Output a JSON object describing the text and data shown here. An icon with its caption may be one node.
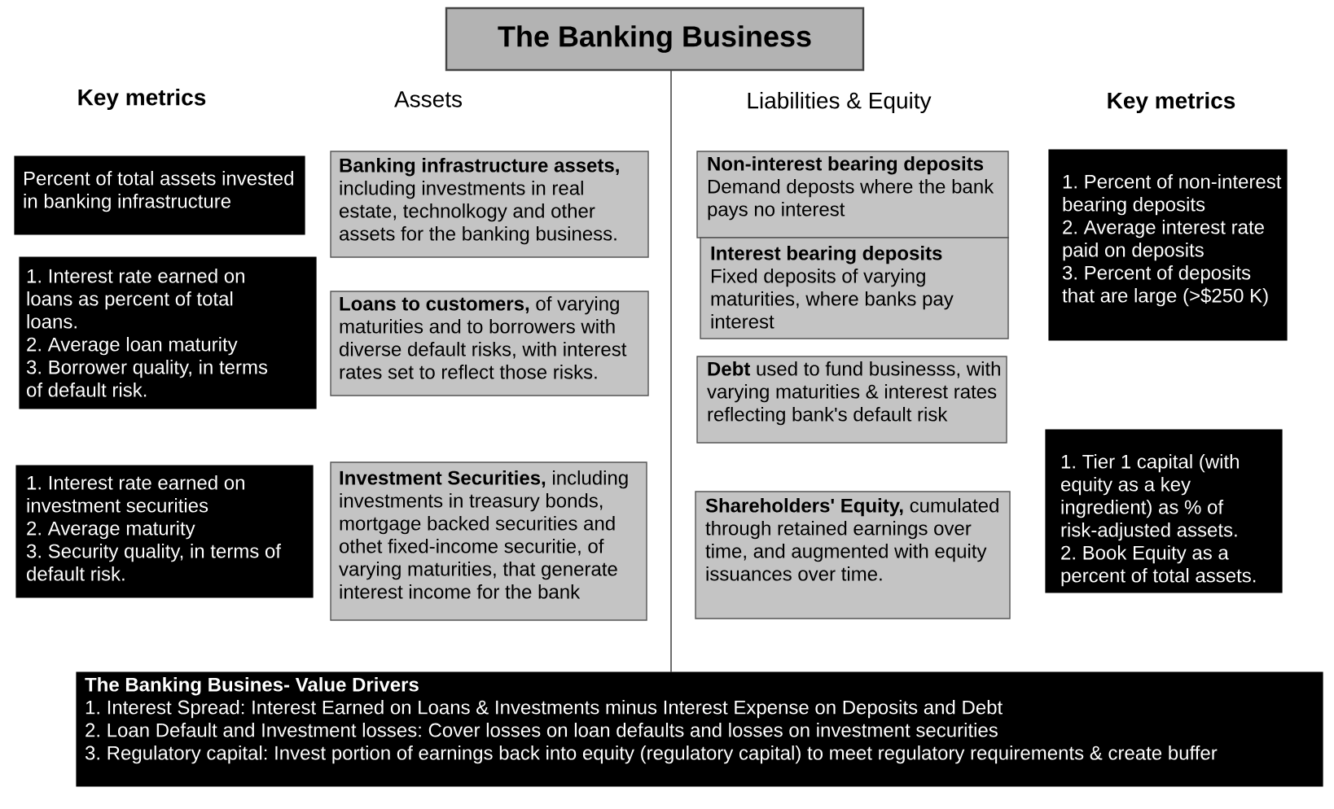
{
  "diagram": {
    "nodes": [
      {
        "text": [
          "The Banking Business"
        ]
      },
      {
        "text": [
          "Percent of total assets invested in banking infrastructure"
        ]
      },
      {
        "text": [
          "1. Interest rate earned on loans as percent of total loans.",
          "2. Average loan maturity",
          "3. Borrower quality, in terms of default risk."
        ]
      },
      {
        "text": [
          "1. Interest rate earned on investment securities",
          "2. Average maturity",
          "3. Security quality, in terms of default risk."
        ]
      },
      {
        "text": [
          "**Banking infrastructure assets,** including investments in real estate, technolkogy and other assets for the banking business."
        ]
      },
      {
        "text": [
          "**Loans to customers,** of varying maturities and to borrowers with diverse default risks, with interest rates set to reflect those risks."
        ]
      },
      {
        "text": [
          "**Investment Securities,** including investments in treasury bonds, mortgage backed securities and othet fixed-income securitie, of varying maturities, that generate interest income for the bank"
        ]
      },
      {
        "text": [
          "Non-interest bearing deposits",
          "Demand deposts where the bank pays no interest"
        ]
      },
      {
        "text": [
          "Interest bearing deposits",
          "Fixed deposits of varying maturities, where banks pay interest"
        ]
      },
      {
        "text": [
          "**Debt** used to fund businesss, with varying maturities & interest rates reflecting bank's default risk"
        ]
      },
      {
        "text": [
          "**Shareholders' Equity,** cumulated through retained earnings over time, and augmented with equity issuances over time."
        ]
      },
      {
        "text": [
          "1. Percent of non-interest bearing deposits",
          "2. Average interest rate paid on deposits",
          "3. Percent of deposits that are large (>$250 K)"
        ]
      },
      {
        "text": [
          "1. Tier 1 capital (with equity as a key ingredient) as % of risk-adjusted assets.",
          "2. Book Equity as a percent of total assets."
        ]
      },
      {
        "text": [
          "The Banking Busines- Value Drivers",
          "1. Interest Spread: Interest Earned on Loans & Investments minus Interest Expense on Deposits and Debt",
          "2. Loan Default and Investment losses: Cover losses on loan defaults and losses on investment securities",
          "3. Regulatory capital: Invest portion of earnings back into equity (regulatory capital) to meet regulatory requirements & create buffer"
        ]
      }
    ],
    "edges": [
      {
        "from": 0,
        "to": 13,
        "arrow": "none"
      }
    ],
    "labels": [
      "Key metrics",
      "Assets",
      "Liabilities & Equity",
      "Key metrics"
    ]
  }
}
